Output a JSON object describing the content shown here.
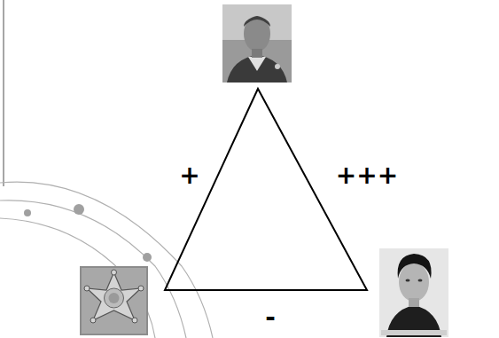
{
  "diagram": {
    "labels": [
      "+",
      "+++",
      "-"
    ]
  }
}
